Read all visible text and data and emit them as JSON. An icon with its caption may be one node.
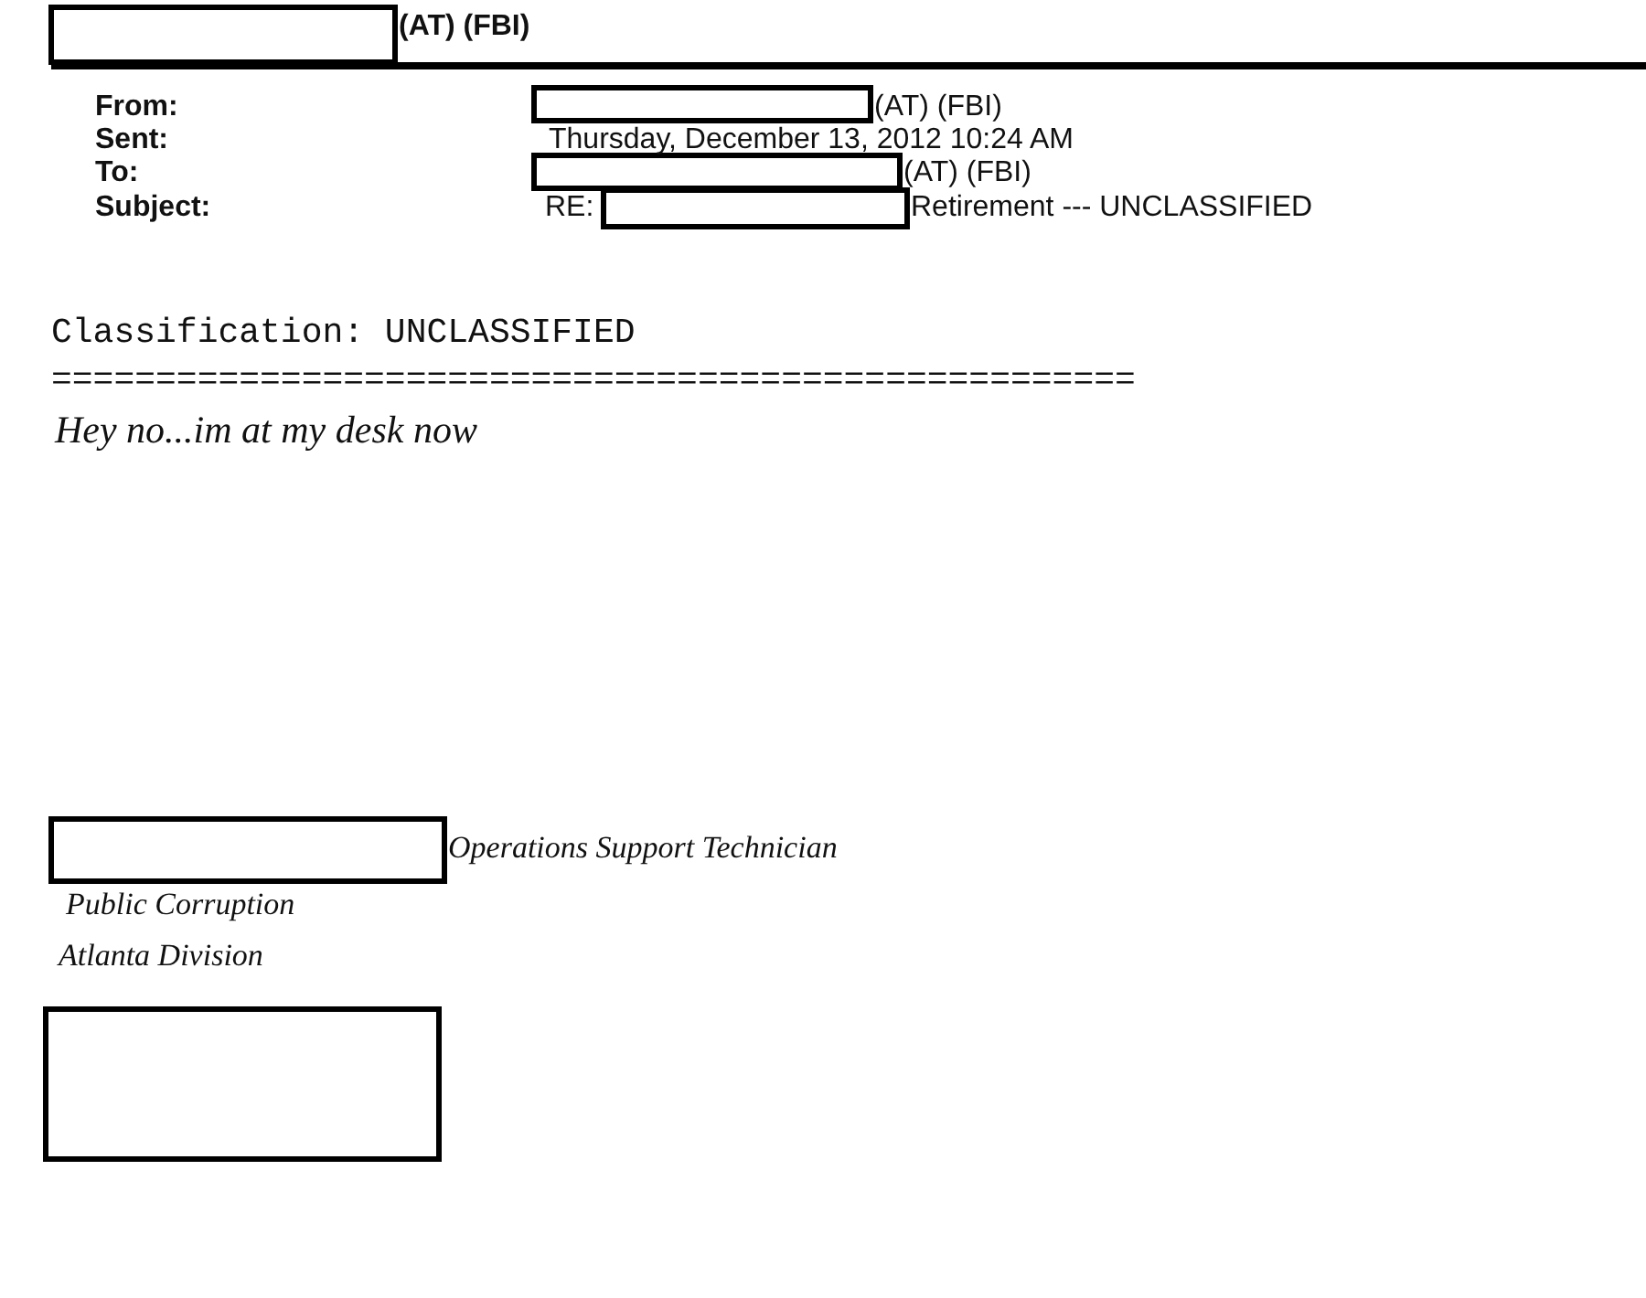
{
  "diagram": {
    "labels": [
      "(AT) (FBI)",
      "From:",
      "(AT) (FBI)",
      "Sent:",
      "Thursday, December 13, 2012 10:24 AM",
      "To:",
      "(AT) (FBI)",
      "Subject:",
      "RE:",
      "Retirement --- UNCLASSIFIED",
      "Classification: UNCLASSIFIED",
      "====================================================",
      "Hey no...im at my desk now",
      "Operations Support Technician",
      "Public Corruption",
      "Atlanta Division"
    ]
  }
}
